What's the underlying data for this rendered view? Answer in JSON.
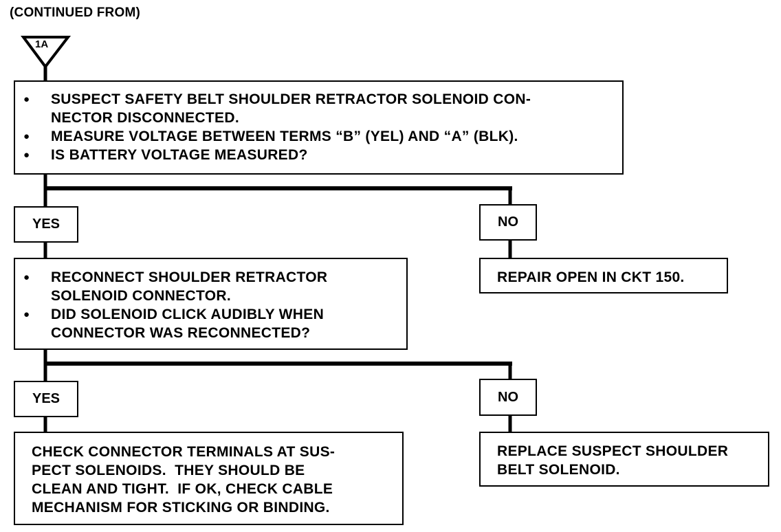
{
  "header": {
    "continued_label": "(CONTINUED FROM)",
    "connector_ref": "1A"
  },
  "step1": {
    "bullets": [
      "SUSPECT SAFETY BELT SHOULDER RETRACTOR SOLENOID CON-\nNECTOR DISCONNECTED.",
      "MEASURE VOLTAGE BETWEEN TERMS “B” (YEL) AND “A” (BLK).",
      "IS BATTERY VOLTAGE MEASURED?"
    ],
    "yes_label": "YES",
    "no_label": "NO"
  },
  "step2": {
    "bullets": [
      "RECONNECT SHOULDER RETRACTOR\nSOLENOID CONNECTOR.",
      "DID SOLENOID CLICK AUDIBLY WHEN\nCONNECTOR WAS RECONNECTED?"
    ],
    "yes_label": "YES",
    "no_label": "NO"
  },
  "step1_no_action": "REPAIR OPEN IN CKT 150.",
  "step2_yes_action": "CHECK CONNECTOR TERMINALS AT SUS-\nPECT SOLENOIDS.  THEY SHOULD BE\nCLEAN AND TIGHT.  IF OK, CHECK CABLE\nMECHANISM FOR STICKING OR BINDING.",
  "step2_no_action": "REPLACE SUSPECT SHOULDER\nBELT SOLENOID."
}
